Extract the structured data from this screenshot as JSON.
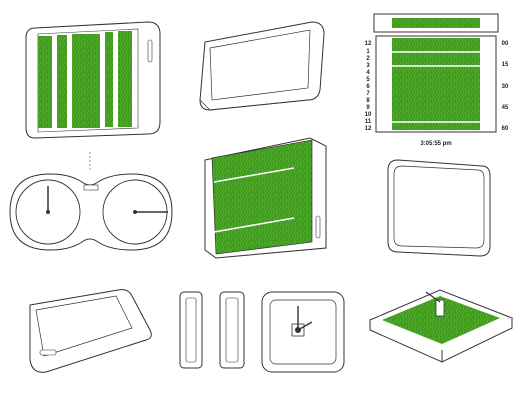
{
  "colors": {
    "grass": "#3f9b1f",
    "grass_dark": "#2f7f12",
    "grass_light": "#7cc84a",
    "line": "#333333",
    "bg": "#ffffff"
  },
  "clock_panel": {
    "left_scale": [
      "12",
      "1",
      "2",
      "3",
      "4",
      "5",
      "6",
      "7",
      "8",
      "9",
      "10",
      "11",
      "12"
    ],
    "right_scale": [
      "00",
      "15",
      "30",
      "45",
      "60"
    ],
    "time_readout": "3:05:55 pm"
  }
}
